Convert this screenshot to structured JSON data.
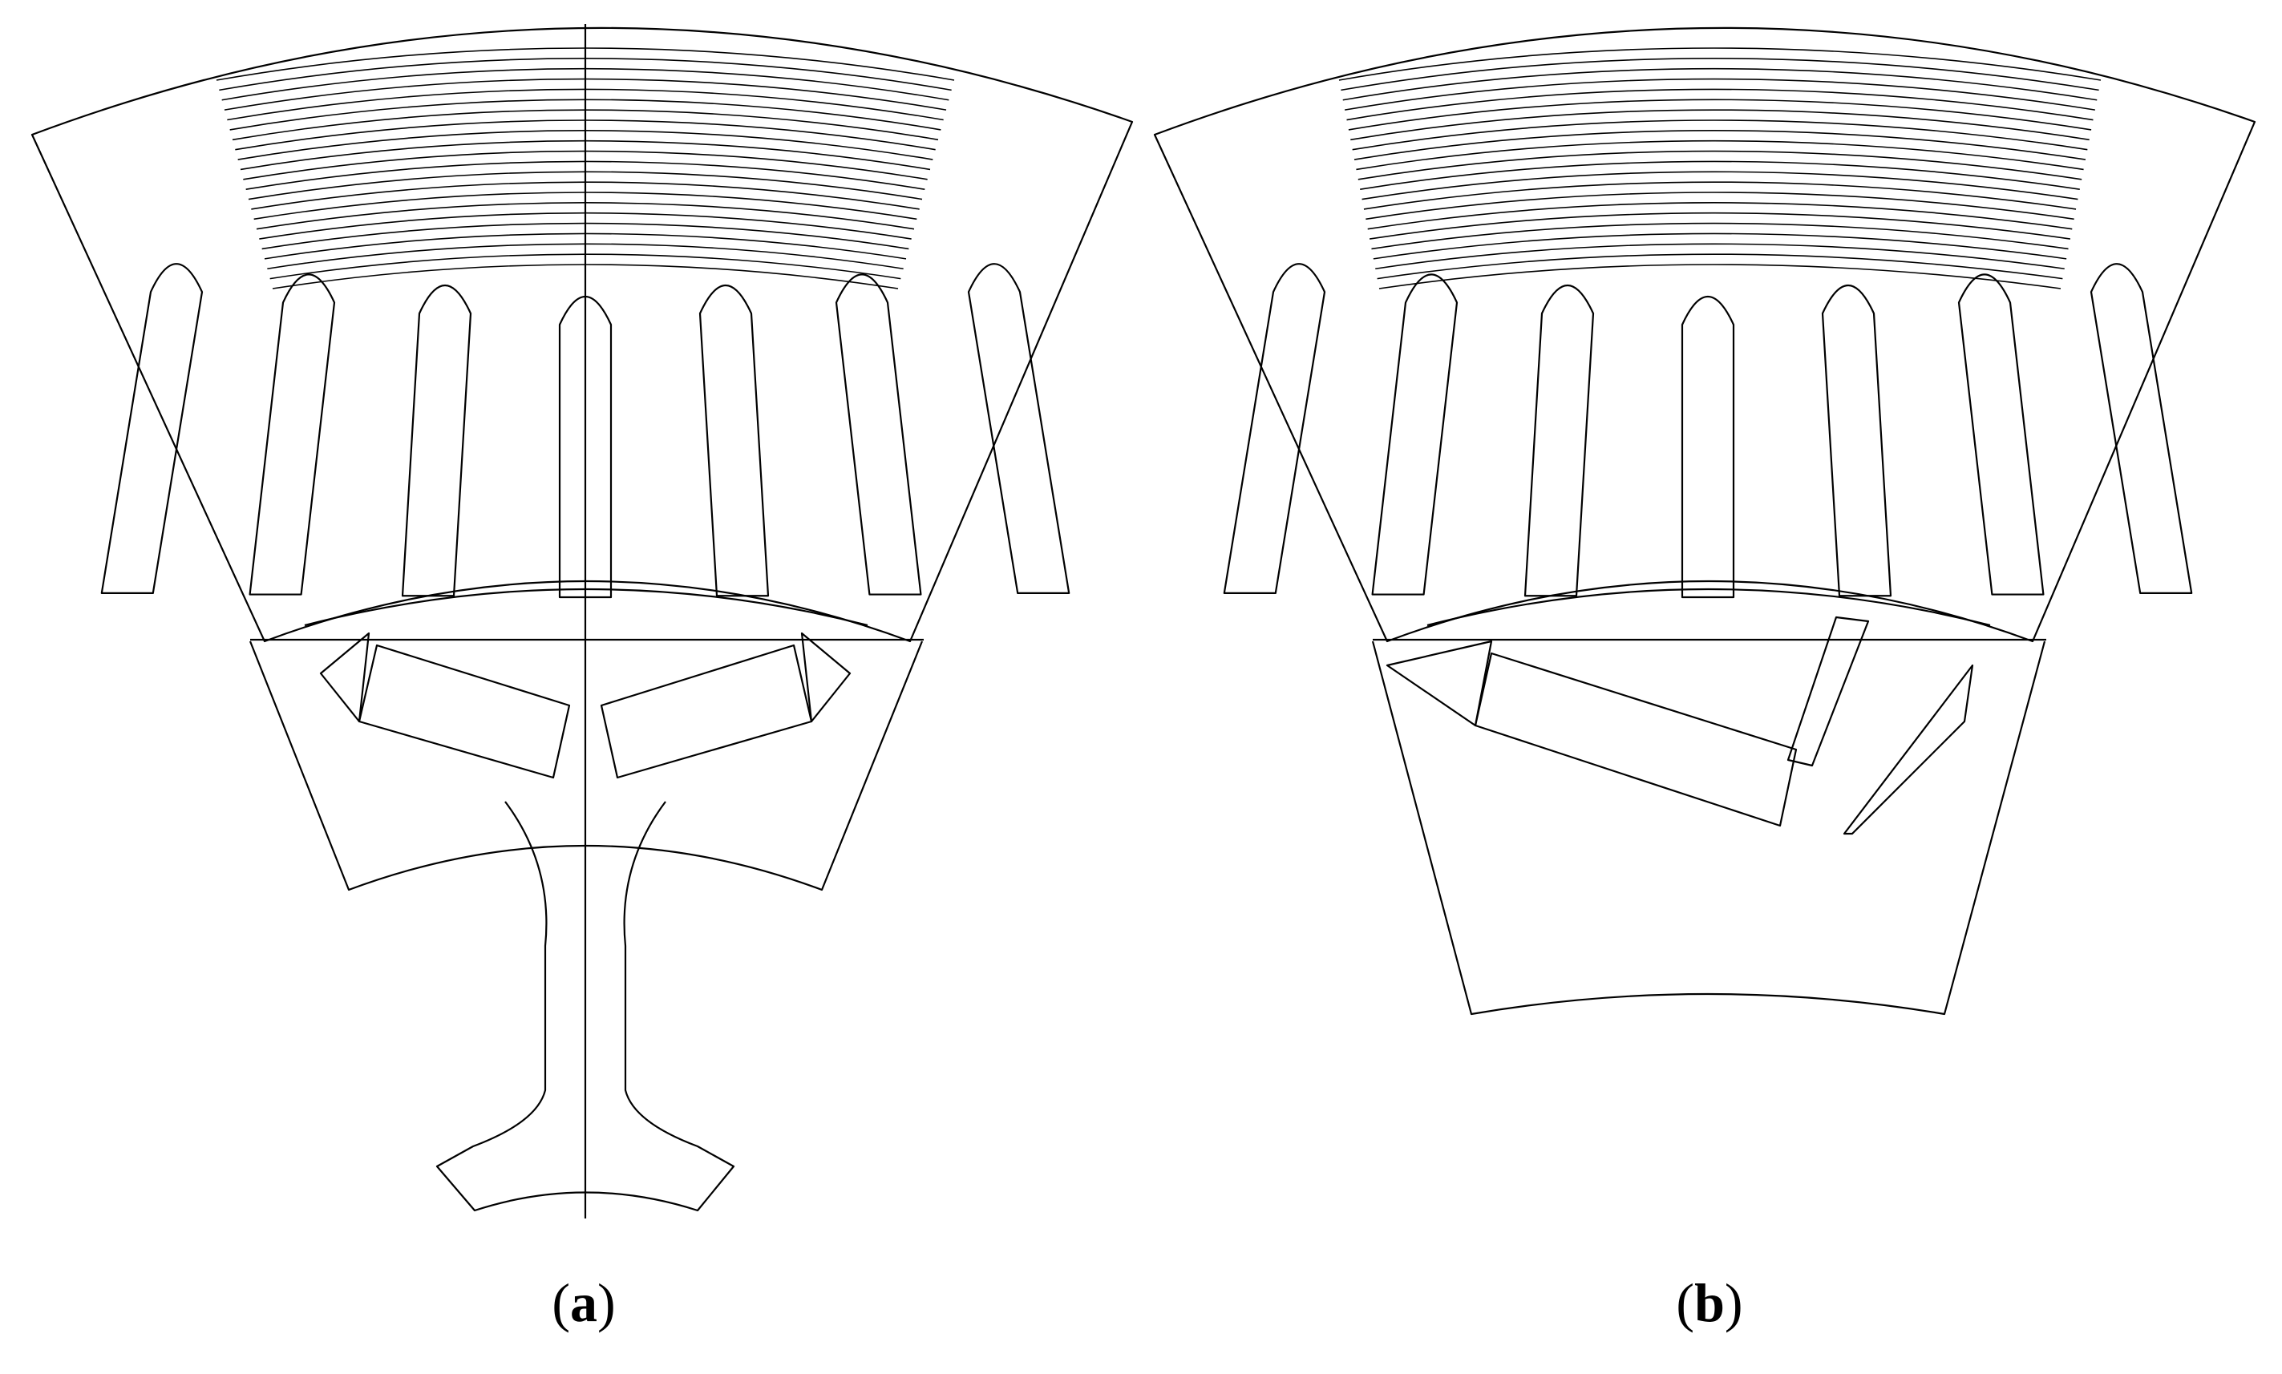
{
  "panels": [
    {
      "id": "a",
      "caption": {
        "open": "(",
        "letter": "a",
        "close": ")"
      }
    },
    {
      "id": "b",
      "caption": {
        "open": "(",
        "letter": "b",
        "close": ")"
      }
    }
  ],
  "colors": {
    "line": "#000000",
    "background": "#ffffff"
  }
}
